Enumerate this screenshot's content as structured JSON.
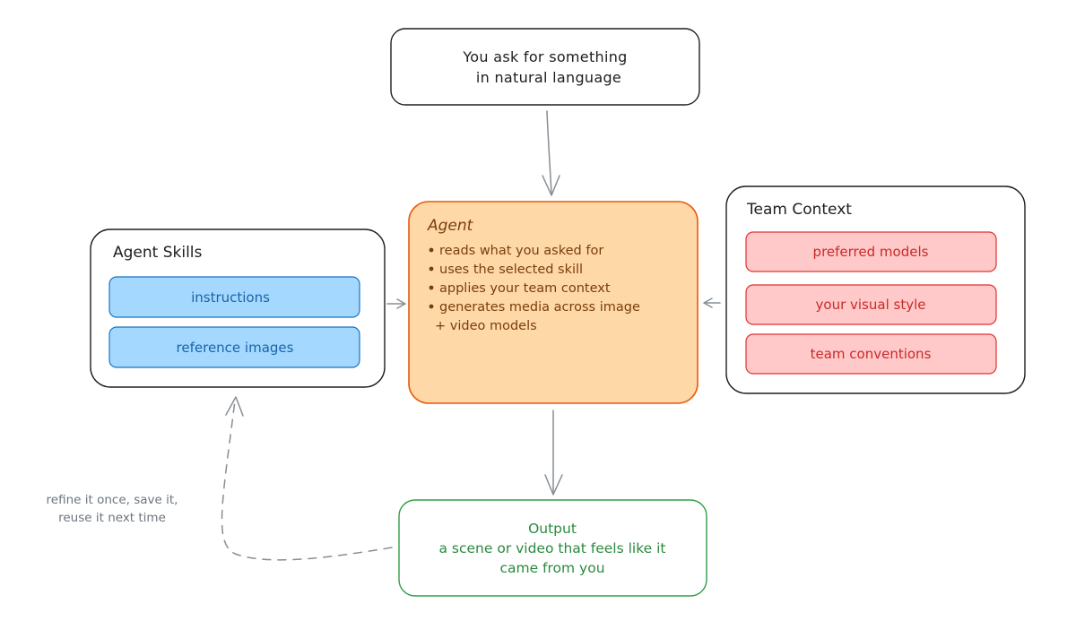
{
  "request_box": {
    "line1": "You ask for something",
    "line2": "in natural language"
  },
  "agent": {
    "title": "Agent",
    "bullets": [
      "reads what you asked for",
      "uses the selected skill",
      "applies your team context",
      "generates media across image"
    ],
    "continuation": "+ video models"
  },
  "skills": {
    "title": "Agent Skills",
    "items": [
      "instructions",
      "reference images"
    ]
  },
  "team_context": {
    "title": "Team Context",
    "items": [
      "preferred models",
      "your visual style",
      "team conventions"
    ]
  },
  "output": {
    "title": "Output",
    "line1": "a scene or video that feels like it",
    "line2": "came from you"
  },
  "feedback": {
    "line1": "refine it once, save it,",
    "line2": "reuse it next time"
  },
  "colors": {
    "ink": "#1e1e1e",
    "connector": "#868e96",
    "agent_fill": "#ffd8a8",
    "agent_stroke": "#e8590c",
    "agent_text": "#7a3e0c",
    "skill_fill": "#a5d8ff",
    "skill_stroke": "#1971c2",
    "skill_text": "#1864ab",
    "context_fill": "#ffc9c9",
    "context_stroke": "#e03131",
    "context_text": "#c92a2a",
    "output_stroke": "#2f9e44",
    "output_text": "#2b8a3e",
    "note_text": "#6c757d"
  }
}
